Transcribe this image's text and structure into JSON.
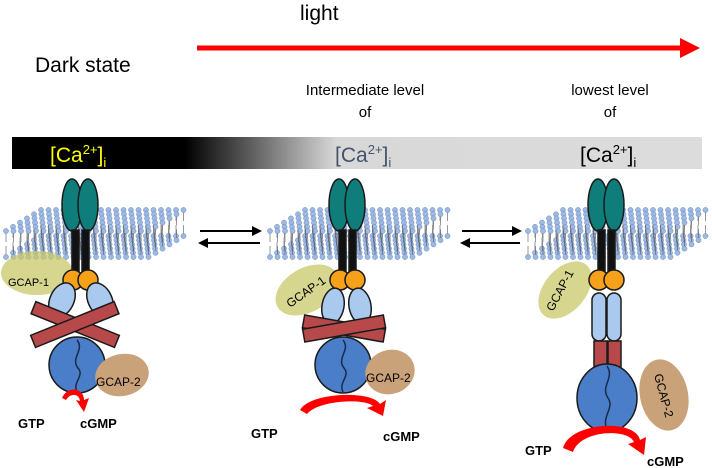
{
  "header": {
    "light": "light",
    "dark_state": "Dark state",
    "intermediate_line1": "Intermediate level",
    "intermediate_line2": "of",
    "lowest_line1": "lowest level",
    "lowest_line2": "of"
  },
  "calcium": {
    "base": "[Ca",
    "sup": "2+",
    "close": "]",
    "sub": "i",
    "colors": [
      "#ffff00",
      "#44546a",
      "#000000"
    ]
  },
  "proteins": {
    "gcap1": "GCAP-1",
    "gcap2": "GCAP-2",
    "gtp": "GTP",
    "cgmp": "cGMP"
  },
  "colors": {
    "arrow": "#ff0000",
    "teal": "#0f7e7a",
    "orange": "#f7a11a",
    "light_blue": "#a9c9ee",
    "brick": "#b8494a",
    "blue": "#4a7ec8",
    "olive": "#c8c86a",
    "tan": "#c9a27a",
    "lipid": "#9db9e3"
  }
}
